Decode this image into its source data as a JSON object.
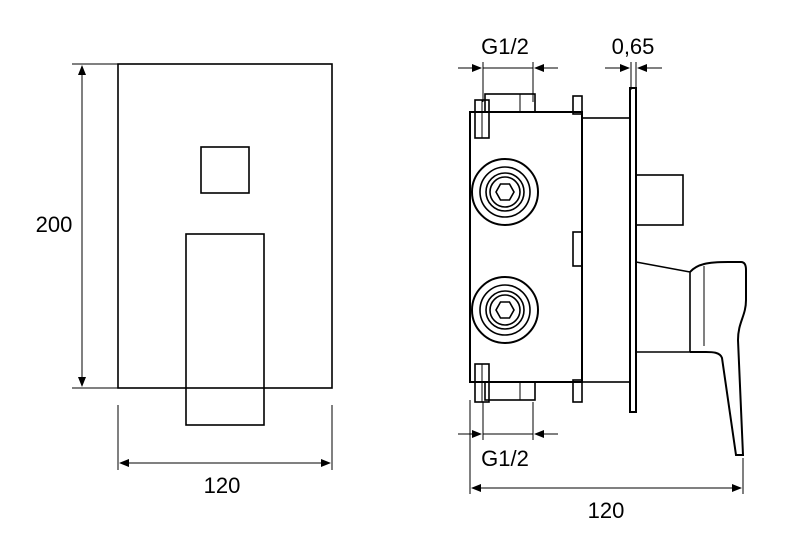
{
  "front_view": {
    "height_label": "200",
    "width_label": "120"
  },
  "side_view": {
    "top_thread_label": "G1/2",
    "plate_thickness_label": "0,65",
    "bottom_thread_label": "G1/2",
    "depth_label": "120"
  },
  "colors": {
    "line": "#000000",
    "background": "#ffffff"
  }
}
